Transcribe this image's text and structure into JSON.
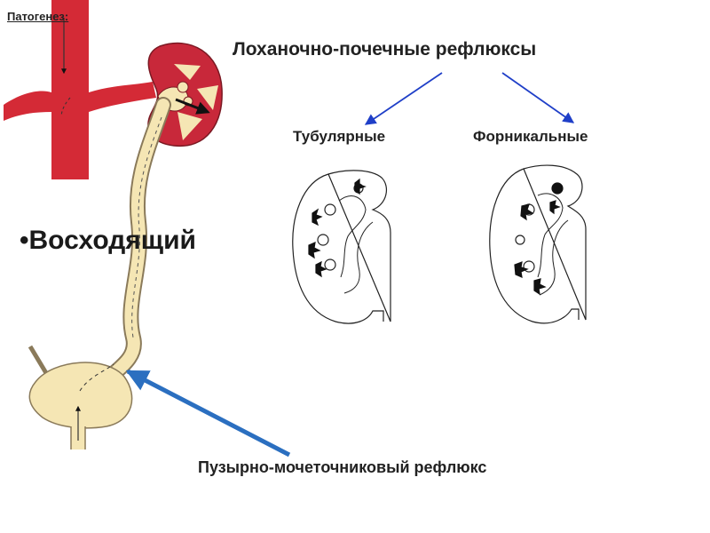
{
  "slide": {
    "corner_title": "Патогенез:",
    "heading": "Лоханочно-почечные рефлюксы",
    "type_left": "Тубулярные",
    "type_right": "Форникальные",
    "bullet_label": "•Восходящий",
    "bottom_label": "Пузырно-мочеточниковый рефлюкс"
  },
  "colors": {
    "vessel_red": "#d42a36",
    "tract_cream": "#f5e6b4",
    "arrow_blue": "#2b6fc0",
    "arrow_navy": "#1f3fc8"
  }
}
